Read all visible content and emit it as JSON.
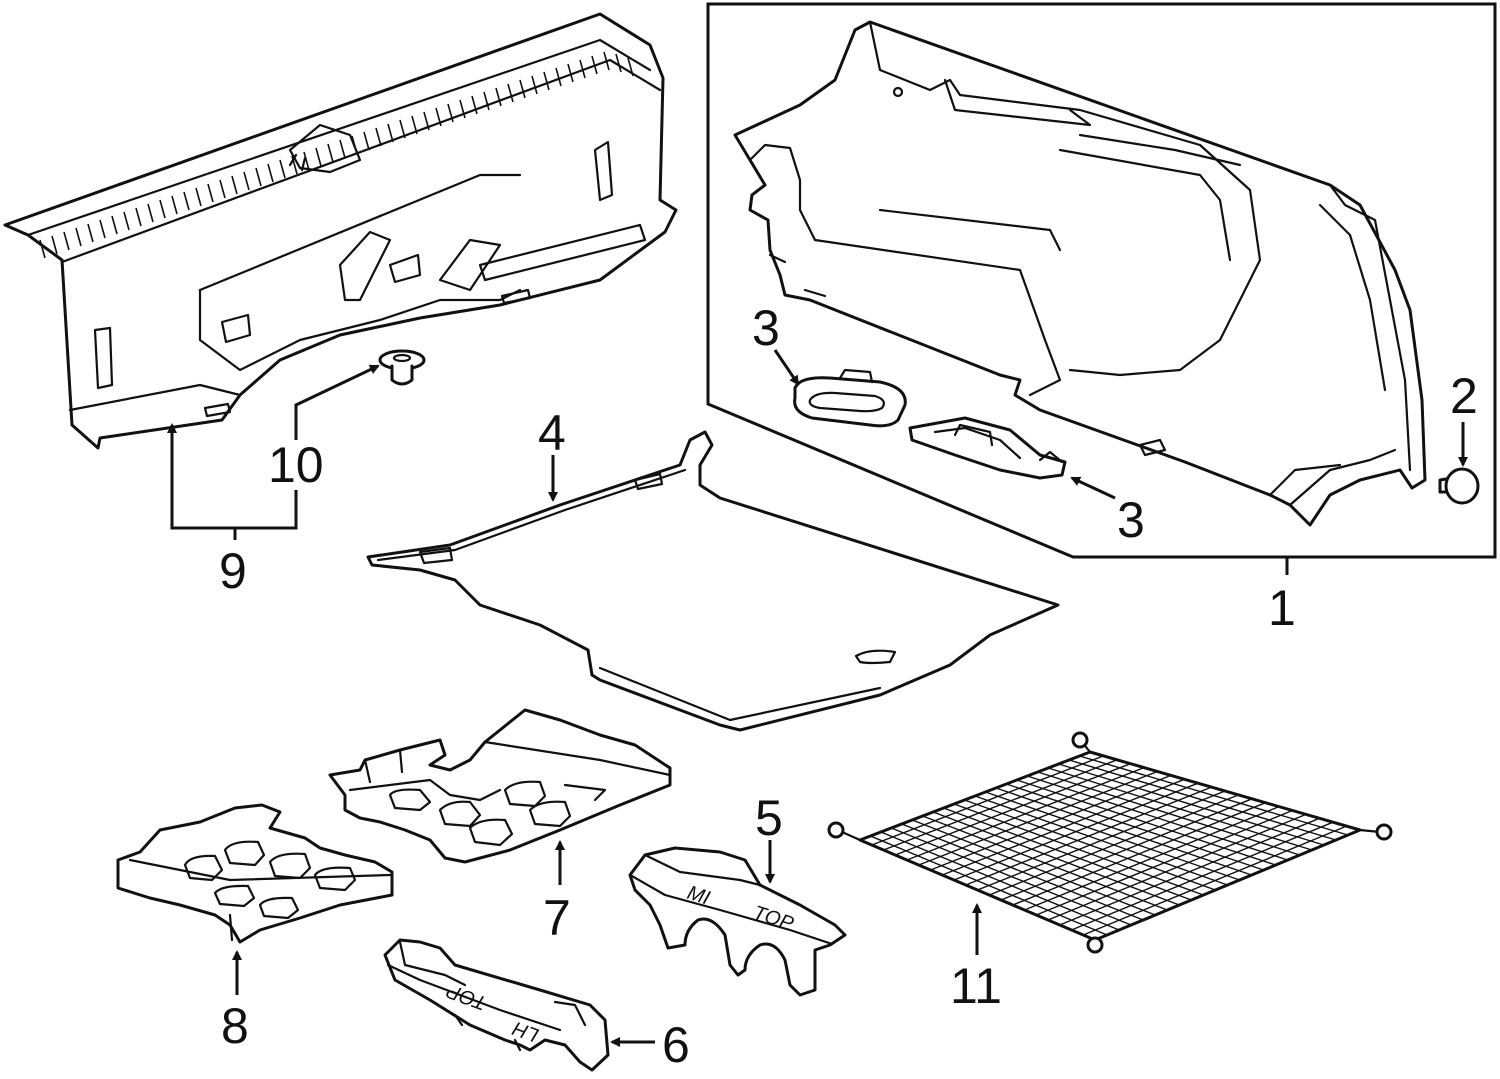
{
  "diagram": {
    "callouts": [
      {
        "id": "1",
        "label": "1",
        "part": "quarter-trim-panel-assembly"
      },
      {
        "id": "2",
        "label": "2",
        "part": "push-pin-retainer"
      },
      {
        "id": "3a",
        "label": "3",
        "part": "trim-panel-insert-upper"
      },
      {
        "id": "3b",
        "label": "3",
        "part": "trim-panel-insert-lower"
      },
      {
        "id": "4",
        "label": "4",
        "part": "trunk-floor-mat"
      },
      {
        "id": "5",
        "label": "5",
        "part": "rear-support-bracket"
      },
      {
        "id": "6",
        "label": "6",
        "part": "lower-support-bracket"
      },
      {
        "id": "7",
        "label": "7",
        "part": "storage-tray"
      },
      {
        "id": "8",
        "label": "8",
        "part": "side-storage-tray"
      },
      {
        "id": "9",
        "label": "9",
        "part": "rear-compartment-trim-assembly"
      },
      {
        "id": "10",
        "label": "10",
        "part": "retainer-clip"
      },
      {
        "id": "11",
        "label": "11",
        "part": "cargo-net"
      }
    ],
    "part_markings": {
      "bracket_5_left": "MI",
      "bracket_5_right": "TOP",
      "bracket_6_left": "TOP",
      "bracket_6_right": "LH"
    }
  }
}
